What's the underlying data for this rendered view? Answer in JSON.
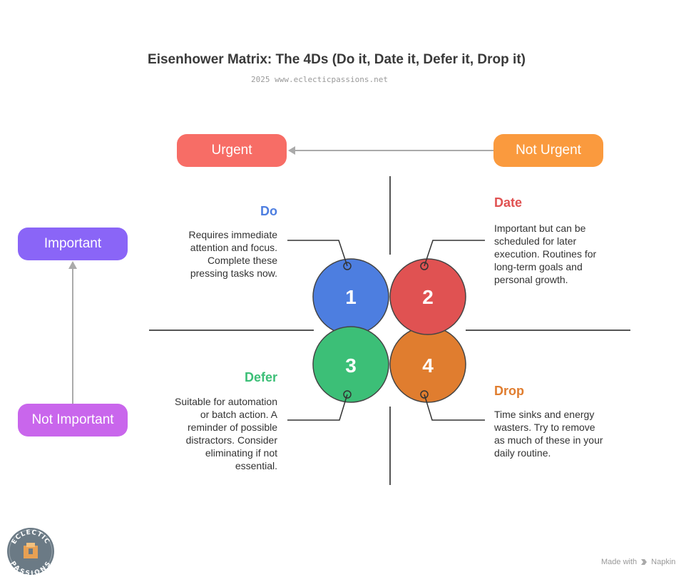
{
  "title": "Eisenhower Matrix: The 4Ds (Do it, Date it, Defer it, Drop it)",
  "subtitle": "2025 www.eclecticpassions.net",
  "axes": {
    "urgent": "Urgent",
    "not_urgent": "Not Urgent",
    "important": "Important",
    "not_important": "Not Important"
  },
  "quadrants": [
    {
      "number": "1",
      "heading": "Do",
      "color": "#4d7ee0",
      "lines": [
        "Requires immediate",
        "attention and focus.",
        "Complete these",
        "pressing tasks now."
      ]
    },
    {
      "number": "2",
      "heading": "Date",
      "color": "#e05252",
      "lines": [
        "Important but can be",
        "scheduled for later",
        "execution. Routines for",
        "long-term goals and",
        "personal growth."
      ]
    },
    {
      "number": "3",
      "heading": "Defer",
      "color": "#3cbf77",
      "lines": [
        "Suitable for automation",
        "or batch action. A",
        "reminder of possible",
        "distractors. Consider",
        "eliminating if not",
        "essential."
      ]
    },
    {
      "number": "4",
      "heading": "Drop",
      "color": "#e07d2f",
      "lines": [
        "Time sinks and energy",
        "wasters. Try to remove",
        "as much of these in your",
        "daily routine."
      ]
    }
  ],
  "axis_colors": {
    "urgent": "#f76d66",
    "not_urgent": "#fa9a3e",
    "important": "#8a65f7",
    "not_important": "#c966ec"
  },
  "logo": {
    "text_top": "ECLECTIC",
    "text_bottom": "PASSIONS",
    "icon": "eclectic-passions-logo"
  },
  "footer": {
    "made_with": "Made with",
    "brand": "Napkin",
    "icon": "napkin-icon"
  }
}
